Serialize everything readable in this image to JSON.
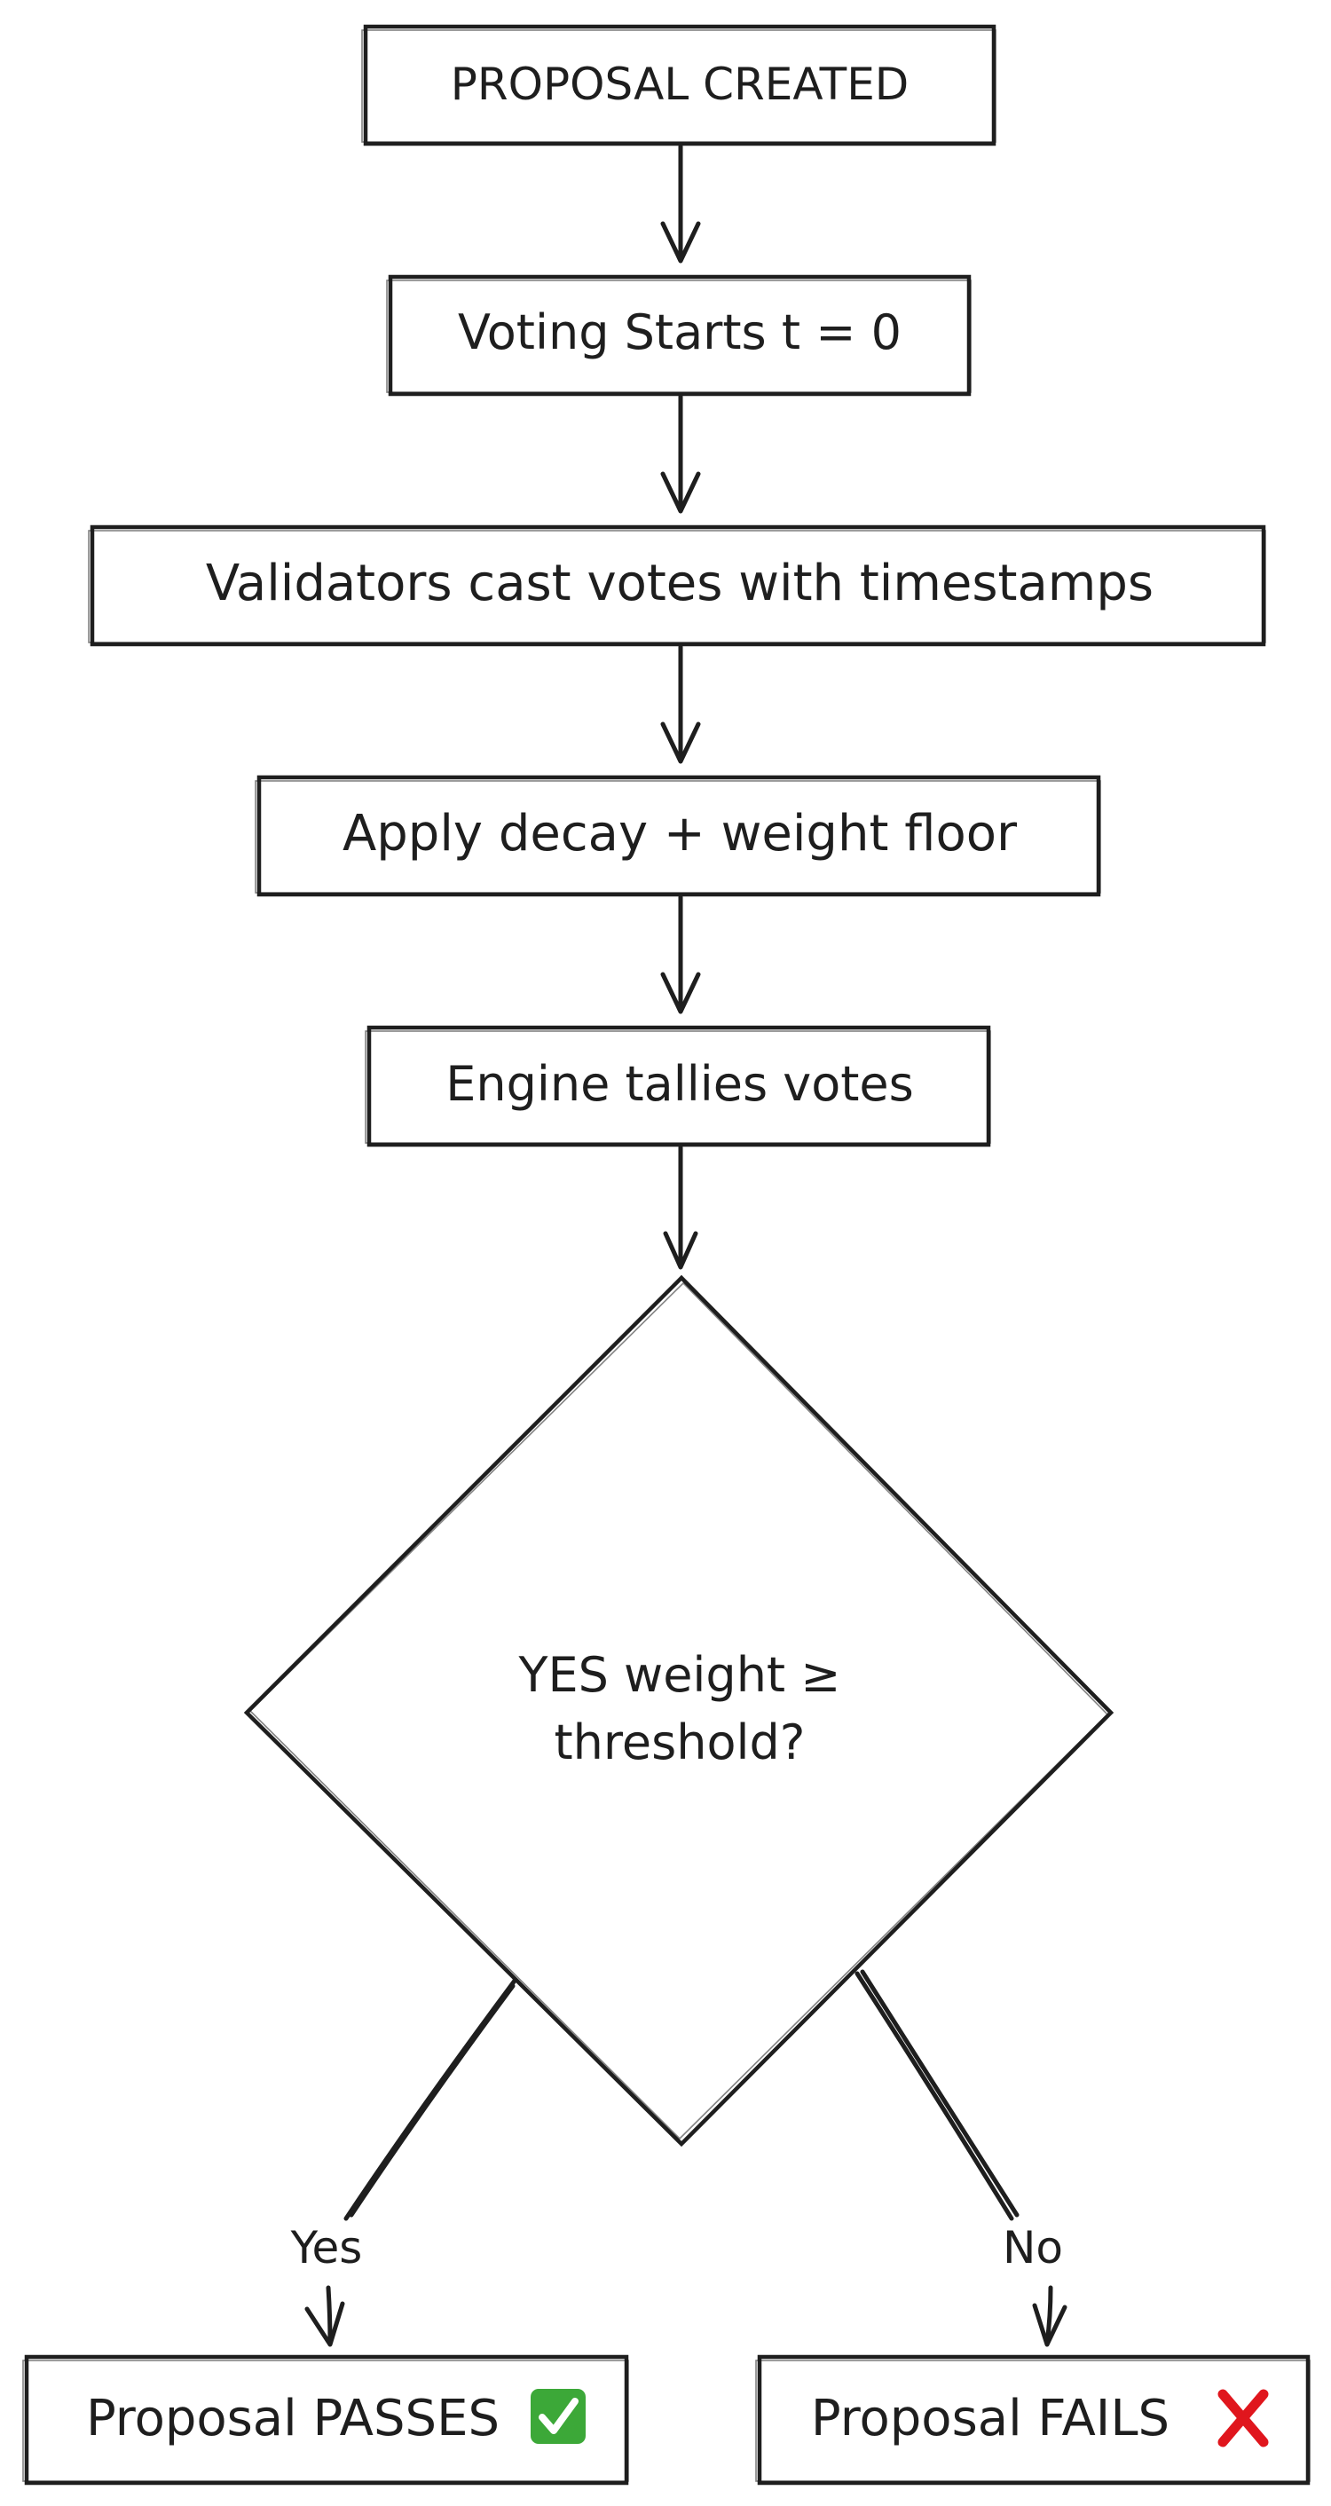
{
  "diagram": {
    "nodes": {
      "proposal_created": "PROPOSAL CREATED",
      "voting_starts": "Voting Starts t = 0",
      "cast_votes": "Validators cast votes with timestamps",
      "apply_decay": "Apply decay + weight floor",
      "tally": "Engine tallies votes",
      "decision_line1": "YES weight ≥",
      "decision_line2": "threshold?",
      "passes": "Proposal PASSES",
      "fails": "Proposal FAILS"
    },
    "edge_labels": {
      "yes": "Yes",
      "no": "No"
    },
    "icons": {
      "passes": "green-check-icon",
      "fails": "red-cross-icon"
    },
    "colors": {
      "stroke": "#1e1e1e",
      "check_green": "#3ca838",
      "cross_red": "#e0161d"
    }
  }
}
